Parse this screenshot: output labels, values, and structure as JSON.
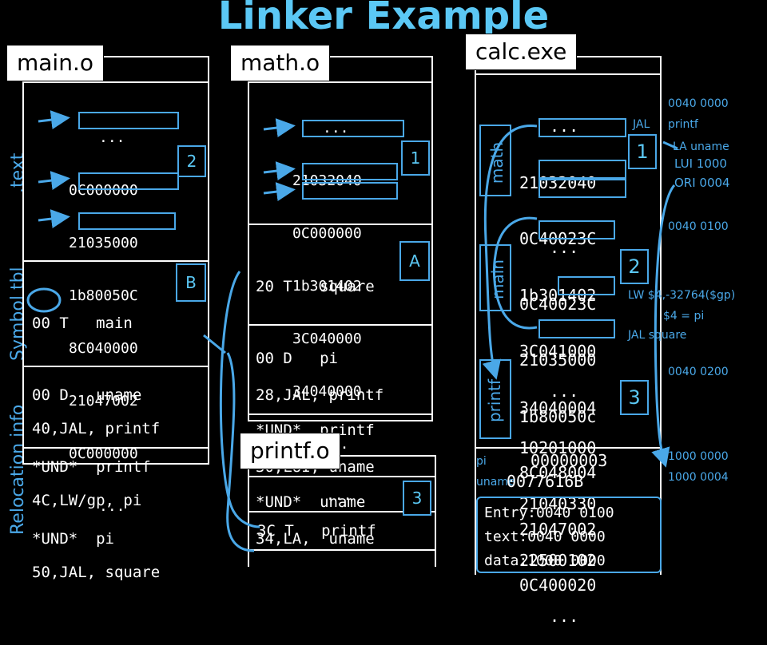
{
  "title": "Linker Example",
  "side_labels": {
    "text": ".text",
    "symbol_tbl": "Symbol tbl",
    "relocation": "Relocation info"
  },
  "main_o": {
    "tab": "main.o",
    "text_lines": [
      "...",
      "0C000000",
      "21035000",
      "1b80050C",
      "8C040000",
      "21047002",
      "0C000000",
      "..."
    ],
    "badge_num": "2",
    "badge_letter": "B",
    "symbols": [
      "00 T   main",
      "00 D   uname",
      "*UND*  printf",
      "*UND*  pi"
    ],
    "relocs": [
      "40,JAL, printf",
      "4C,LW/gp, pi",
      "50,JAL, square"
    ]
  },
  "math_o": {
    "tab": "math.o",
    "text_lines": [
      "...",
      "21032040",
      "0C000000",
      "1b301402",
      "3C040000",
      "34040000",
      "..."
    ],
    "badge_num": "1",
    "badge_letter": "A",
    "symbols": [
      "20 T   square",
      "00 D   pi",
      "*UND*  printf",
      "*UND*  uname"
    ],
    "relocs": [
      "28,JAL, printf",
      "30,LUI, uname",
      "34,LA,  uname"
    ]
  },
  "printf_o": {
    "tab": "printf.o",
    "text_lines": [
      "..."
    ],
    "badge_num": "3",
    "symbols": [
      "3C T   printf"
    ]
  },
  "calc_exe": {
    "tab": "calc.exe",
    "group_labels": {
      "math": "math",
      "main": "main",
      "printf": "printf"
    },
    "math_lines": [
      "...",
      "21032040",
      "0C40023C",
      "1b301402",
      "3C041000",
      "34040004"
    ],
    "main_lines": [
      "...",
      "0C40023C",
      "21035000",
      "1b80050c",
      "8C048004",
      "21047002",
      "0C400020"
    ],
    "printf_lines": [
      "...",
      "10201000",
      "21040330",
      "22500102",
      "..."
    ],
    "badges": [
      "1",
      "2",
      "3"
    ],
    "data": [
      {
        "name": "pi",
        "value": "00000003"
      },
      {
        "name": "uname",
        "value": "0077616B"
      }
    ],
    "header": [
      "Entry:0040 0100",
      "text:0040 0000",
      "data:1000 0000"
    ]
  },
  "annotations": {
    "addr_0000": "0040 0000",
    "printf": "printf",
    "jal": "JAL",
    "la_uname": "LA uname",
    "lui": "LUI  1000",
    "ori": "ORI  0004",
    "addr_0100": "0040 0100",
    "lw": "LW $4,-32764($gp)",
    "pi_eq": "$4 = pi",
    "jal_square": "JAL  square",
    "addr_0200": "0040 0200",
    "data_0000": "1000 0000",
    "data_0004": "1000 0004"
  },
  "colors": {
    "accent": "#4aa8e8",
    "title": "#5bc8f5",
    "background": "#000000"
  }
}
